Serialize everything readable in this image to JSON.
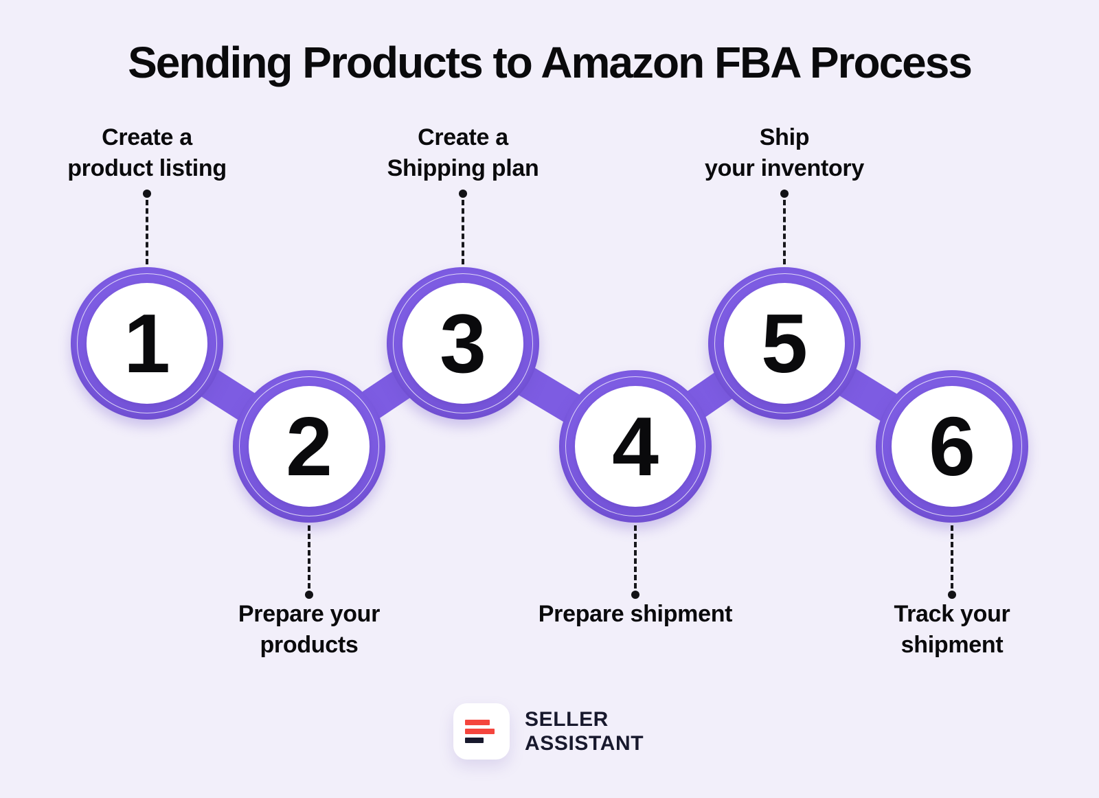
{
  "title": "Sending Products to Amazon FBA Process",
  "steps": [
    {
      "number": "1",
      "label_lines": [
        "Create a",
        "product listing"
      ],
      "label_position": "top"
    },
    {
      "number": "2",
      "label_lines": [
        "Prepare your",
        "products"
      ],
      "label_position": "bottom"
    },
    {
      "number": "3",
      "label_lines": [
        "Create a",
        "Shipping plan"
      ],
      "label_position": "top"
    },
    {
      "number": "4",
      "label_lines": [
        "Prepare shipment"
      ],
      "label_position": "bottom"
    },
    {
      "number": "5",
      "label_lines": [
        "Ship",
        "your inventory"
      ],
      "label_position": "top"
    },
    {
      "number": "6",
      "label_lines": [
        "Track your",
        "shipment"
      ],
      "label_position": "bottom"
    }
  ],
  "logo": {
    "name_line1": "SELLER",
    "name_line2": "ASSISTANT"
  },
  "colors": {
    "background": "#F2EFFA",
    "accent_purple": "#7D5CE2",
    "text_black": "#0A0A0C",
    "logo_red": "#F4453D",
    "logo_dark": "#18192D",
    "circle_fill": "#FFFFFF"
  }
}
